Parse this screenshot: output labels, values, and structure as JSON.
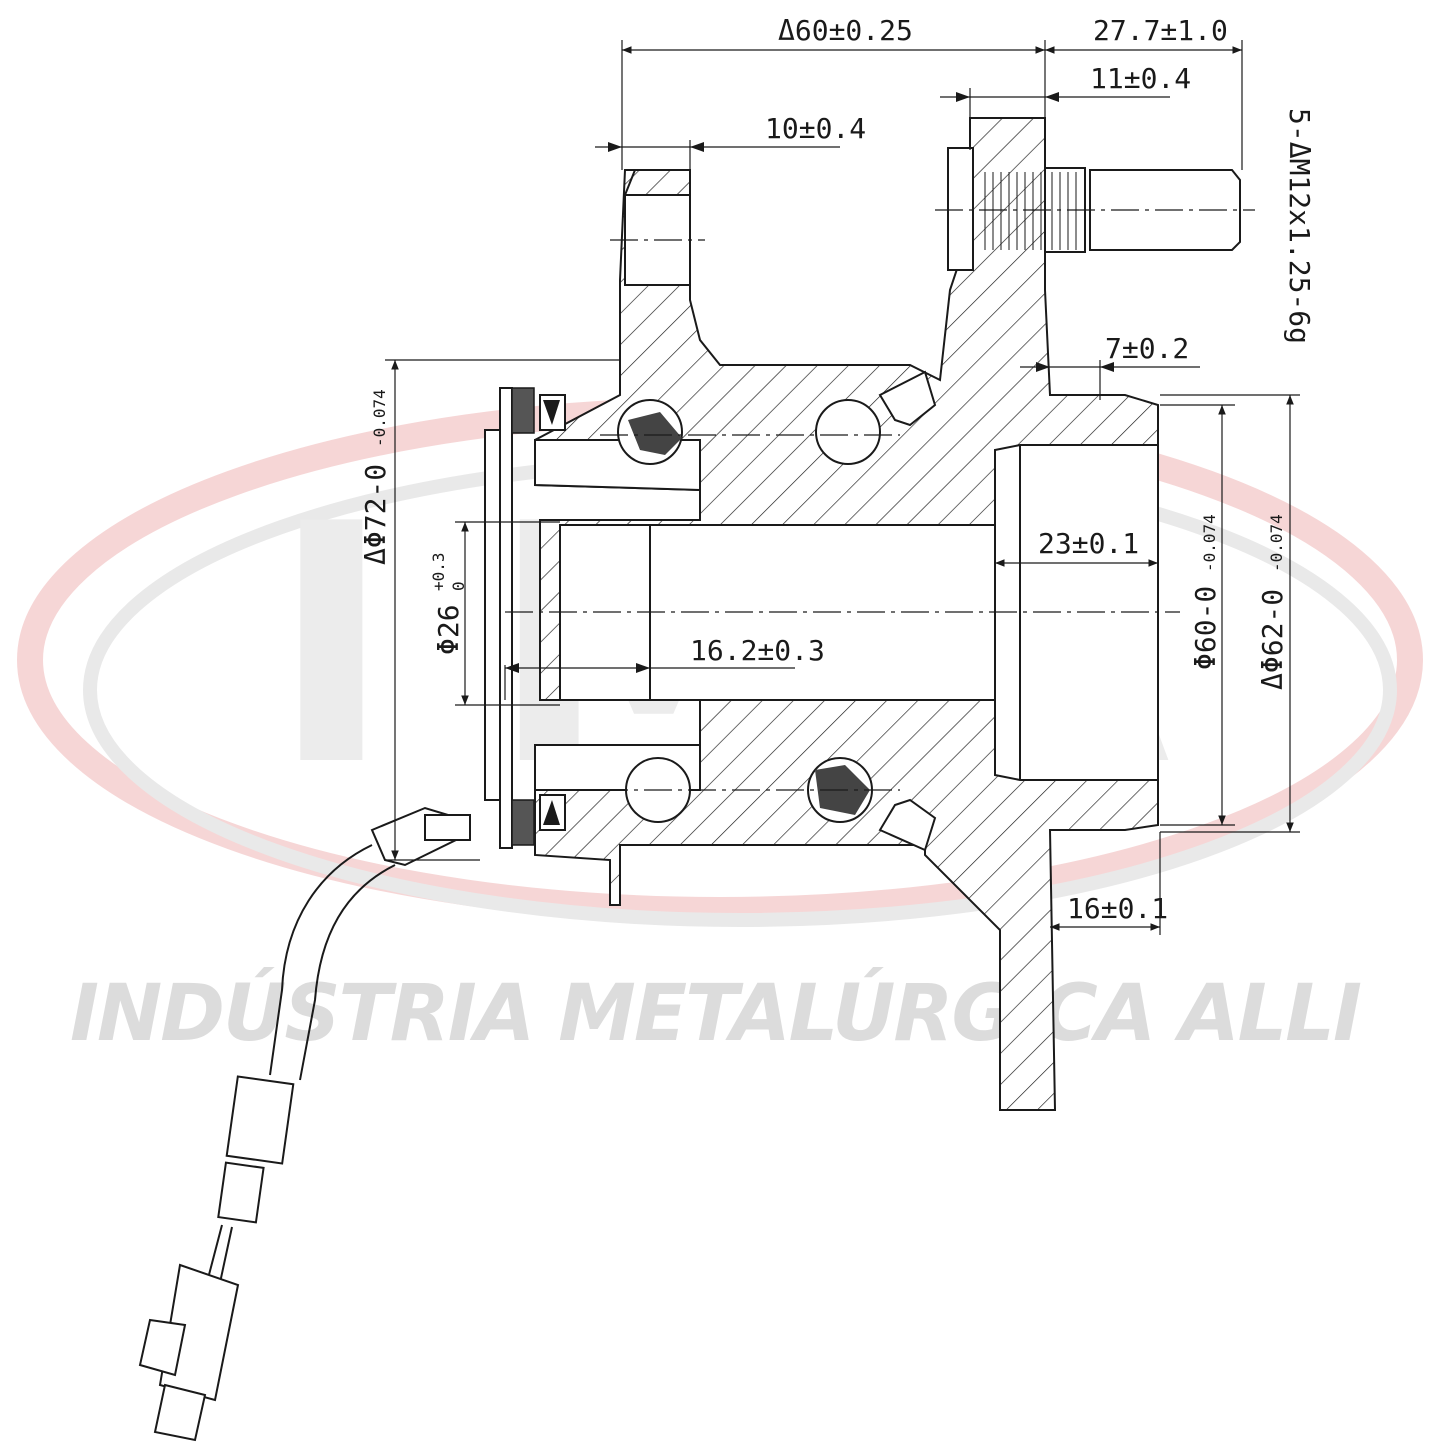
{
  "watermark": {
    "letters": "IMA",
    "company": "INDÚSTRIA METALÚRGICA ALLI",
    "colors": {
      "swoosh_red": "#f2c4c4",
      "swoosh_grey": "#e6e6e6",
      "letters": "#ececec"
    }
  },
  "dimensions": {
    "d_60_025": "Δ60±0.25",
    "d_27_7": "27.7±1.0",
    "d_11": "11±0.4",
    "d_10": "10±0.4",
    "d_stud": "5-ΔM12x1.25-6g",
    "d_7": "7±0.2",
    "d_23": "23±0.1",
    "d_16_2": "16.2±0.3",
    "d_16": "16±0.1",
    "d_phi72": "ΔΦ72-0",
    "d_phi72_tol": "-0.074",
    "d_phi26": "Φ26",
    "d_phi26_tol": "+0.3",
    "d_phi26_tol_lo": "0",
    "d_phi60": "Φ60-0",
    "d_phi60_tol": "-0.074",
    "d_phi62": "ΔΦ62-0",
    "d_phi62_tol": "-0.074"
  }
}
